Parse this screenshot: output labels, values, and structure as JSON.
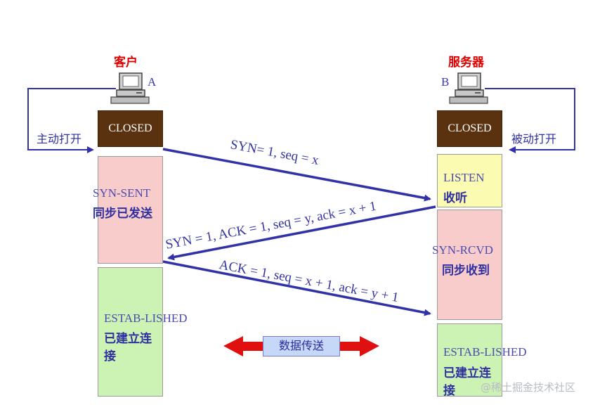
{
  "client": {
    "title": "客户",
    "letter": "A",
    "active_open": "主动打开"
  },
  "server": {
    "title": "服务器",
    "letter": "B",
    "passive_open": "被动打开"
  },
  "states": {
    "client_closed": "CLOSED",
    "server_closed": "CLOSED",
    "syn_sent": {
      "en": "SYN-SENT",
      "zh": "同步已发送"
    },
    "listen": {
      "en": "LISTEN",
      "zh": "收听"
    },
    "syn_rcvd": {
      "en": "SYN-RCVD",
      "zh": "同步收到"
    },
    "client_established": {
      "en": "ESTAB-LISHED",
      "zh": "已建立连接"
    },
    "server_established": {
      "en": "ESTAB-LISHED",
      "zh": "已建立连接"
    }
  },
  "messages": {
    "syn": "SYN= 1, seq = x",
    "syn_ack": "SYN = 1, ACK = 1, seq = y, ack = x + 1",
    "ack": "ACK = 1, seq = x + 1, ack = y + 1"
  },
  "data_transfer": "数据传送",
  "watermark": "@稀土掘金技术社区",
  "colors": {
    "closed_box": "#5b3210",
    "syn_sent_box": "#f9cccc",
    "listen_box": "#fbfbb2",
    "established_box": "#ccf2b4",
    "arrow_blue": "#3131a8",
    "arrow_red": "#e01010",
    "party_red": "#e00000"
  }
}
